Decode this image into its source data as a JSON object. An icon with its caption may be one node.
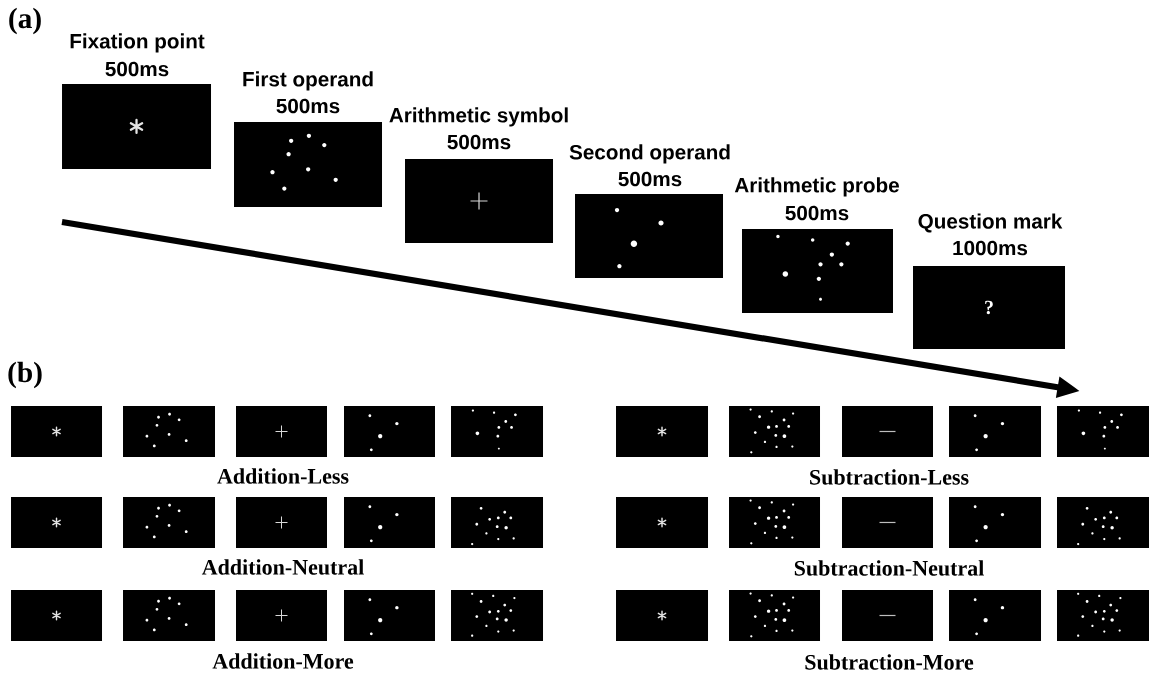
{
  "diagram": {
    "nodes": [
      {
        "text": [
          "Fixation point"
        ],
        "beside": [
          "500ms"
        ]
      },
      {
        "text": [
          "First operand"
        ],
        "beside": [
          "500ms"
        ]
      },
      {
        "text": [
          "Arithmetic symbol"
        ],
        "beside": [
          "500ms"
        ]
      },
      {
        "text": [
          "Second operand"
        ],
        "beside": [
          "500ms"
        ]
      },
      {
        "text": [
          "Arithmetic probe"
        ],
        "beside": [
          "500ms"
        ]
      },
      {
        "text": [
          "Question mark",
          "?"
        ],
        "beside": [
          "1000ms"
        ]
      },
      {
        "text": [],
        "shape": "box"
      },
      {
        "text": [],
        "shape": "box"
      },
      {
        "text": [],
        "shape": "box"
      },
      {
        "text": [],
        "shape": "box"
      },
      {
        "text": [],
        "shape": "box"
      },
      {
        "text": [],
        "shape": "box"
      },
      {
        "text": [],
        "shape": "box"
      },
      {
        "text": [],
        "shape": "box"
      },
      {
        "text": [],
        "shape": "box"
      },
      {
        "text": [],
        "shape": "box"
      },
      {
        "text": [],
        "shape": "box"
      },
      {
        "text": [],
        "shape": "box"
      },
      {
        "text": [],
        "shape": "box"
      },
      {
        "text": [],
        "shape": "box"
      },
      {
        "text": [],
        "shape": "box"
      },
      {
        "text": [],
        "shape": "box"
      },
      {
        "text": [],
        "shape": "box"
      },
      {
        "text": [],
        "shape": "box"
      },
      {
        "text": [],
        "shape": "box"
      },
      {
        "text": [],
        "shape": "box"
      },
      {
        "text": [],
        "shape": "box"
      },
      {
        "text": [],
        "shape": "box"
      },
      {
        "text": [],
        "shape": "box"
      },
      {
        "text": [],
        "shape": "box"
      },
      {
        "text": [],
        "shape": "box"
      },
      {
        "text": [],
        "shape": "box"
      },
      {
        "text": [],
        "shape": "box"
      },
      {
        "text": [],
        "shape": "box"
      },
      {
        "text": [],
        "shape": "box"
      },
      {
        "text": [],
        "shape": "box"
      }
    ],
    "labels": [
      "(a)",
      "(b)",
      "Addition-Less",
      "Subtraction-Less",
      "Addition-Neutral",
      "Subtraction-Neutral",
      "Addition-More",
      "Subtraction-More"
    ]
  }
}
